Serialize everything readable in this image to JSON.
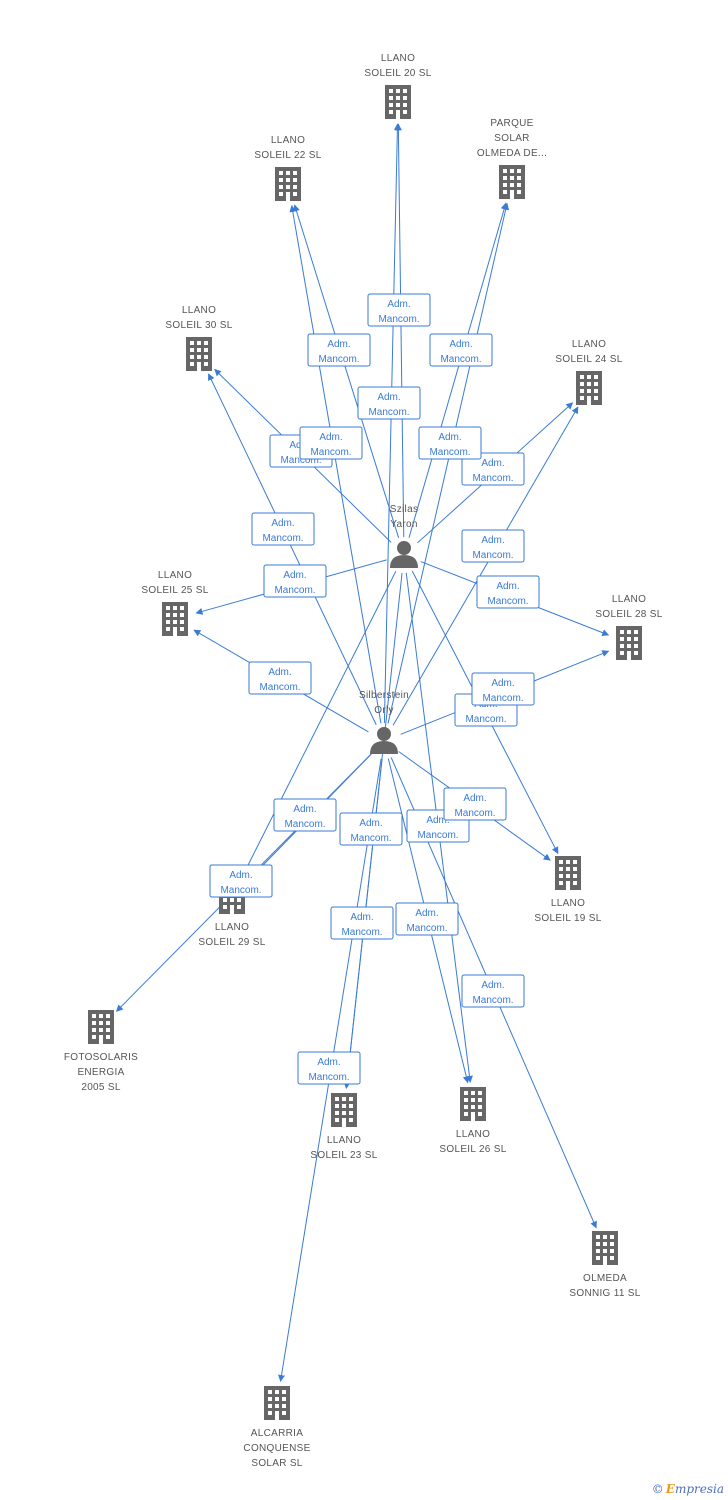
{
  "colors": {
    "edge": "#3a7bd5",
    "icon": "#666666",
    "text": "#555555"
  },
  "persons": [
    {
      "id": "szilas",
      "lines": [
        "Szilas",
        "Yaron"
      ],
      "icon": "person-icon"
    },
    {
      "id": "silberstein",
      "lines": [
        "Silberstein",
        "Orly"
      ],
      "icon": "person-icon"
    }
  ],
  "companies": [
    {
      "id": "c20",
      "lines": [
        "LLANO",
        "SOLEIL 20 SL"
      ],
      "icon": "building-icon"
    },
    {
      "id": "c22",
      "lines": [
        "LLANO",
        "SOLEIL 22 SL"
      ],
      "icon": "building-icon"
    },
    {
      "id": "cpq",
      "lines": [
        "PARQUE",
        "SOLAR",
        "OLMEDA DE..."
      ],
      "icon": "building-icon"
    },
    {
      "id": "c30",
      "lines": [
        "LLANO",
        "SOLEIL 30 SL"
      ],
      "icon": "building-icon"
    },
    {
      "id": "c24",
      "lines": [
        "LLANO",
        "SOLEIL 24 SL"
      ],
      "icon": "building-icon"
    },
    {
      "id": "c25",
      "lines": [
        "LLANO",
        "SOLEIL 25 SL"
      ],
      "icon": "building-icon"
    },
    {
      "id": "c28",
      "lines": [
        "LLANO",
        "SOLEIL 28 SL"
      ],
      "icon": "building-icon"
    },
    {
      "id": "c19",
      "lines": [
        "LLANO",
        "SOLEIL 19 SL"
      ],
      "icon": "building-icon"
    },
    {
      "id": "c29",
      "lines": [
        "LLANO",
        "SOLEIL 29 SL"
      ],
      "icon": "building-icon"
    },
    {
      "id": "cfo",
      "lines": [
        "FOTOSOLARIS",
        "ENERGIA",
        "2005 SL"
      ],
      "icon": "building-icon"
    },
    {
      "id": "c23",
      "lines": [
        "LLANO",
        "SOLEIL 23 SL"
      ],
      "icon": "building-icon"
    },
    {
      "id": "c26",
      "lines": [
        "LLANO",
        "SOLEIL 26 SL"
      ],
      "icon": "building-icon"
    },
    {
      "id": "col",
      "lines": [
        "OLMEDA",
        "SONNIG 11 SL"
      ],
      "icon": "building-icon"
    },
    {
      "id": "cal",
      "lines": [
        "ALCARRIA",
        "CONQUENSE",
        "SOLAR SL"
      ],
      "icon": "building-icon"
    }
  ],
  "role_label": [
    "Adm.",
    "Mancom."
  ],
  "edges": [
    {
      "from": "szilas",
      "to": "c20"
    },
    {
      "from": "szilas",
      "to": "c22"
    },
    {
      "from": "szilas",
      "to": "cpq"
    },
    {
      "from": "szilas",
      "to": "c30"
    },
    {
      "from": "szilas",
      "to": "c24"
    },
    {
      "from": "szilas",
      "to": "c25"
    },
    {
      "from": "szilas",
      "to": "c28"
    },
    {
      "from": "szilas",
      "to": "c19"
    },
    {
      "from": "szilas",
      "to": "c29"
    },
    {
      "from": "szilas",
      "to": "c23"
    },
    {
      "from": "szilas",
      "to": "c26"
    },
    {
      "from": "silberstein",
      "to": "c20"
    },
    {
      "from": "silberstein",
      "to": "c22"
    },
    {
      "from": "silberstein",
      "to": "cpq"
    },
    {
      "from": "silberstein",
      "to": "c30"
    },
    {
      "from": "silberstein",
      "to": "c24"
    },
    {
      "from": "silberstein",
      "to": "c25"
    },
    {
      "from": "silberstein",
      "to": "c28"
    },
    {
      "from": "silberstein",
      "to": "c19"
    },
    {
      "from": "silberstein",
      "to": "c29"
    },
    {
      "from": "silberstein",
      "to": "cfo"
    },
    {
      "from": "silberstein",
      "to": "c23"
    },
    {
      "from": "silberstein",
      "to": "c26"
    },
    {
      "from": "silberstein",
      "to": "col"
    },
    {
      "from": "silberstein",
      "to": "cal"
    }
  ],
  "footer": {
    "copyright": "©",
    "brand_initial": "E",
    "brand_rest": "mpresia"
  }
}
